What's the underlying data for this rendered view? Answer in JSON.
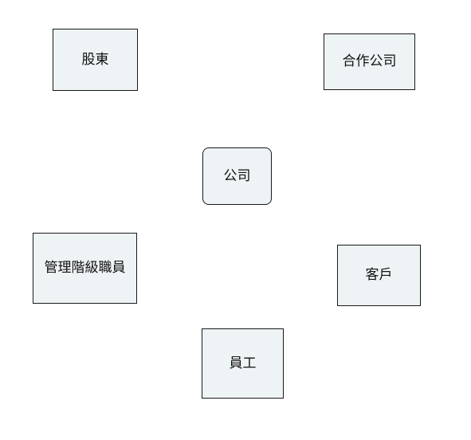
{
  "diagram": {
    "nodes": [
      {
        "id": "shareholders",
        "label": "股東"
      },
      {
        "id": "partners",
        "label": "合作公司"
      },
      {
        "id": "company",
        "label": "公司"
      },
      {
        "id": "management",
        "label": "管理階級職員"
      },
      {
        "id": "customers",
        "label": "客戶"
      },
      {
        "id": "employees",
        "label": "員工"
      }
    ]
  },
  "colors": {
    "node_fill": "#eef3f5",
    "node_border": "#1a1a1a",
    "text": "#111111"
  }
}
